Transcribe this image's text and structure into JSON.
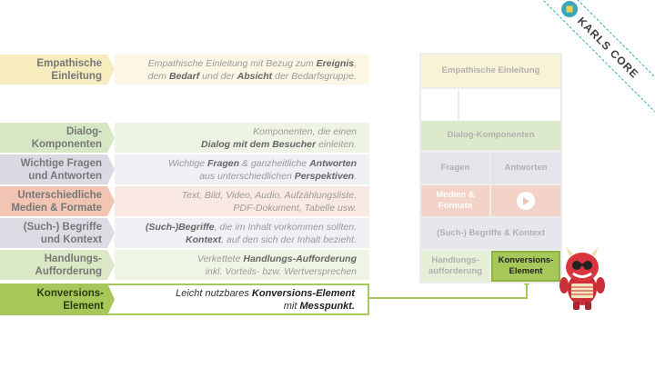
{
  "brand": {
    "name": "KARLS CORE"
  },
  "rows": [
    {
      "key": "emp",
      "label": [
        "Empathische",
        "Einleitung"
      ],
      "desc": [
        [
          {
            "t": "Empathische Einleitung mit Bezug zum "
          },
          {
            "t": "Ereignis",
            "b": true
          },
          {
            "t": ","
          }
        ],
        [
          {
            "t": "dem "
          },
          {
            "t": "Bedarf",
            "b": true
          },
          {
            "t": " und der "
          },
          {
            "t": "Absicht",
            "b": true
          },
          {
            "t": " der Bedarfsgruppe."
          }
        ]
      ]
    },
    {
      "key": "dia",
      "label": [
        "Dialog-",
        "Komponenten"
      ],
      "desc": [
        [
          {
            "t": "Komponenten, die einen"
          }
        ],
        [
          {
            "t": "Dialog mit dem Besucher",
            "b": true
          },
          {
            "t": " einleiten."
          }
        ]
      ]
    },
    {
      "key": "fra",
      "label": [
        "Wichtige Fragen",
        "und Antworten"
      ],
      "desc": [
        [
          {
            "t": "Wichtige "
          },
          {
            "t": "Fragen",
            "b": true
          },
          {
            "t": " & ganzheitliche "
          },
          {
            "t": "Antworten",
            "b": true
          }
        ],
        [
          {
            "t": "aus unterschiedlichen "
          },
          {
            "t": "Perspektiven",
            "b": true
          },
          {
            "t": "."
          }
        ]
      ]
    },
    {
      "key": "med",
      "label": [
        "Unterschiedliche",
        "Medien & Formate"
      ],
      "desc": [
        [
          {
            "t": "Text, Bild, Video, Audio, Aufzählungsliste,"
          }
        ],
        [
          {
            "t": "PDF-Dokument, Tabelle usw."
          }
        ]
      ]
    },
    {
      "key": "beg",
      "label": [
        "(Such-) Begriffe",
        "und Kontext"
      ],
      "desc": [
        [
          {
            "t": "(Such-)Begriffe",
            "b": true
          },
          {
            "t": ", die im Inhalt vorkommen sollten."
          }
        ],
        [
          {
            "t": "Kontext",
            "b": true
          },
          {
            "t": ", auf den sich der Inhalt bezieht."
          }
        ]
      ]
    },
    {
      "key": "han",
      "label": [
        "Handlungs-",
        "Aufforderung"
      ],
      "desc": [
        [
          {
            "t": "Verkettete "
          },
          {
            "t": "Handlungs-Aufforderung",
            "b": true
          }
        ],
        [
          {
            "t": "inkl. Vorteils- bzw. Wertversprechen"
          }
        ]
      ]
    },
    {
      "key": "kon",
      "label": [
        "Konversions-",
        "Element"
      ],
      "desc": [
        [
          {
            "t": "Leicht nutzbares "
          },
          {
            "t": "Konversions-Element",
            "b": true
          }
        ],
        [
          {
            "t": "mit "
          },
          {
            "t": "Messpunkt.",
            "b": true
          }
        ]
      ]
    }
  ],
  "wireframe": {
    "empathische": "Empathische Einleitung",
    "dialog": "Dialog-Komponenten",
    "fragen": "Fragen",
    "antworten": "Antworten",
    "medien": "Medien & Formate",
    "begriffe": "(Such-) Begriffe & Kontext",
    "handlung": "Handlungs-aufforderung",
    "konversion": "Konversions-Element"
  },
  "colors": {
    "accent": "#a6c85a",
    "brand": "#3aa7b8"
  }
}
